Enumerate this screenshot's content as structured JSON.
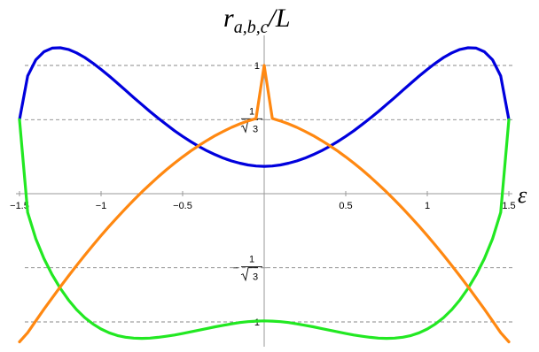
{
  "chart_data": {
    "type": "line",
    "title": "r_{a,b,c}/L",
    "title_main": "r",
    "title_sub": "a,b,c",
    "title_tail": "/L",
    "xlabel": "ε",
    "ylabel": "",
    "xlim": [
      -1.5,
      1.5
    ],
    "ylim": [
      -1.2,
      1.2
    ],
    "x_ticks": [
      {
        "value": -1.5,
        "label": "−1.5"
      },
      {
        "value": -1,
        "label": "−1"
      },
      {
        "value": -0.5,
        "label": "−0.5"
      },
      {
        "value": 0.5,
        "label": "0.5"
      },
      {
        "value": 1,
        "label": "1"
      },
      {
        "value": 1.5,
        "label": "1.5"
      }
    ],
    "y_ticks": [
      {
        "value": 1,
        "label": "1"
      },
      {
        "value": 0.57735,
        "numerator": "1",
        "denominator": "3",
        "sign": ""
      },
      {
        "value": -0.57735,
        "numerator": "1",
        "denominator": "3",
        "sign": "−"
      },
      {
        "value": -1,
        "label": "−1"
      }
    ],
    "reference_lines": [
      1,
      0.57735,
      -0.57735,
      -1
    ],
    "series": [
      {
        "color": "#0000dd",
        "x": [
          -1.5,
          -1.45,
          -1.4,
          -1.35,
          -1.3,
          -1.25,
          -1.2,
          -1.15,
          -1.1,
          -1.05,
          -1.0,
          -0.95,
          -0.9,
          -0.85,
          -0.8,
          -0.75,
          -0.7,
          -0.65,
          -0.6,
          -0.55,
          -0.5,
          -0.45,
          -0.4,
          -0.35,
          -0.3,
          -0.25,
          -0.2,
          -0.15,
          -0.1,
          -0.05,
          0.0,
          0.05,
          0.1,
          0.15,
          0.2,
          0.25,
          0.3,
          0.35,
          0.4,
          0.45,
          0.5,
          0.55,
          0.6,
          0.65,
          0.7,
          0.75,
          0.8,
          0.85,
          0.9,
          0.95,
          1.0,
          1.05,
          1.1,
          1.15,
          1.2,
          1.25,
          1.3,
          1.35,
          1.4,
          1.45,
          1.5
        ],
        "y": [
          0.577,
          0.918,
          1.044,
          1.107,
          1.135,
          1.138,
          1.125,
          1.098,
          1.062,
          1.018,
          0.969,
          0.917,
          0.862,
          0.806,
          0.75,
          0.695,
          0.641,
          0.589,
          0.539,
          0.491,
          0.447,
          0.406,
          0.368,
          0.334,
          0.304,
          0.277,
          0.255,
          0.238,
          0.224,
          0.216,
          0.213,
          0.216,
          0.224,
          0.238,
          0.255,
          0.277,
          0.304,
          0.334,
          0.368,
          0.406,
          0.447,
          0.491,
          0.539,
          0.589,
          0.641,
          0.695,
          0.75,
          0.806,
          0.862,
          0.917,
          0.969,
          1.018,
          1.062,
          1.098,
          1.125,
          1.138,
          1.135,
          1.107,
          1.044,
          0.918,
          0.577
        ]
      },
      {
        "color": "#22e822",
        "x": [
          -1.5,
          -1.45,
          -1.4,
          -1.35,
          -1.3,
          -1.25,
          -1.2,
          -1.15,
          -1.1,
          -1.05,
          -1.0,
          -0.95,
          -0.9,
          -0.85,
          -0.8,
          -0.75,
          -0.7,
          -0.65,
          -0.6,
          -0.55,
          -0.5,
          -0.45,
          -0.4,
          -0.35,
          -0.3,
          -0.25,
          -0.2,
          -0.15,
          -0.1,
          -0.05,
          0.0,
          0.05,
          0.1,
          0.15,
          0.2,
          0.25,
          0.3,
          0.35,
          0.4,
          0.45,
          0.5,
          0.55,
          0.6,
          0.65,
          0.7,
          0.75,
          0.8,
          0.85,
          0.9,
          0.95,
          1.0,
          1.05,
          1.1,
          1.15,
          1.2,
          1.25,
          1.3,
          1.35,
          1.4,
          1.45,
          1.5
        ],
        "y": [
          0.577,
          -0.146,
          -0.352,
          -0.506,
          -0.632,
          -0.738,
          -0.828,
          -0.904,
          -0.966,
          -1.016,
          -1.055,
          -1.085,
          -1.106,
          -1.119,
          -1.126,
          -1.128,
          -1.126,
          -1.12,
          -1.112,
          -1.102,
          -1.09,
          -1.077,
          -1.064,
          -1.051,
          -1.038,
          -1.026,
          -1.015,
          -1.005,
          -0.998,
          -0.994,
          -0.992,
          -0.994,
          -0.998,
          -1.005,
          -1.015,
          -1.026,
          -1.038,
          -1.051,
          -1.064,
          -1.077,
          -1.09,
          -1.102,
          -1.112,
          -1.12,
          -1.126,
          -1.128,
          -1.126,
          -1.119,
          -1.106,
          -1.085,
          -1.055,
          -1.016,
          -0.966,
          -0.904,
          -0.828,
          -0.738,
          -0.632,
          -0.506,
          -0.352,
          -0.146,
          0.577
        ]
      },
      {
        "color": "#ff8811",
        "x": [
          -1.5,
          -1.45,
          -1.4,
          -1.35,
          -1.3,
          -1.25,
          -1.2,
          -1.15,
          -1.1,
          -1.05,
          -1.0,
          -0.95,
          -0.9,
          -0.85,
          -0.8,
          -0.75,
          -0.7,
          -0.65,
          -0.6,
          -0.55,
          -0.5,
          -0.45,
          -0.4,
          -0.35,
          -0.3,
          -0.25,
          -0.2,
          -0.15,
          -0.1,
          -0.05,
          0.0,
          0.05,
          0.1,
          0.15,
          0.2,
          0.25,
          0.3,
          0.35,
          0.4,
          0.45,
          0.5,
          0.55,
          0.6,
          0.65,
          0.7,
          0.75,
          0.8,
          0.85,
          0.9,
          0.95,
          1.0,
          1.05,
          1.1,
          1.15,
          1.2,
          1.25,
          1.3,
          1.35,
          1.4,
          1.45,
          1.5
        ],
        "y": [
          -1.155,
          -1.084,
          -0.992,
          -0.901,
          -0.813,
          -0.726,
          -0.642,
          -0.56,
          -0.48,
          -0.403,
          -0.327,
          -0.254,
          -0.184,
          -0.116,
          -0.05,
          0.013,
          0.073,
          0.131,
          0.186,
          0.238,
          0.287,
          0.333,
          0.376,
          0.416,
          0.453,
          0.486,
          0.517,
          0.544,
          0.567,
          0.586,
          1.0,
          0.586,
          0.567,
          0.544,
          0.517,
          0.486,
          0.453,
          0.416,
          0.376,
          0.333,
          0.287,
          0.238,
          0.186,
          0.131,
          0.073,
          0.013,
          -0.05,
          -0.116,
          -0.184,
          -0.254,
          -0.327,
          -0.403,
          -0.48,
          -0.56,
          -0.642,
          -0.726,
          -0.813,
          -0.901,
          -0.992,
          -1.084,
          -1.155
        ]
      }
    ]
  }
}
